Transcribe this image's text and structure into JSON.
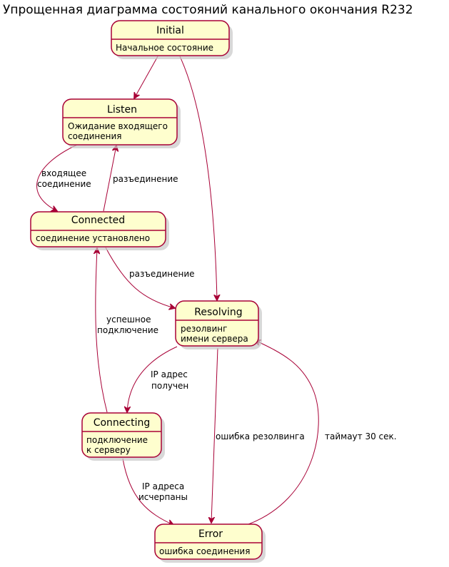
{
  "title": "Упрощенная диаграмма состояний канального окончания R232",
  "colors": {
    "state_fill": "#FEFECE",
    "state_border": "#A80036",
    "edge": "#A80036"
  },
  "states": {
    "initial": {
      "name": "Initial",
      "desc": [
        "Начальное состояние"
      ]
    },
    "listen": {
      "name": "Listen",
      "desc": [
        "Ожидание входящего",
        "соединения"
      ]
    },
    "connected": {
      "name": "Connected",
      "desc": [
        "соединение установлено"
      ]
    },
    "resolving": {
      "name": "Resolving",
      "desc": [
        "резолвинг",
        "имени сервера"
      ]
    },
    "connecting": {
      "name": "Connecting",
      "desc": [
        "подключение",
        "к серверу"
      ]
    },
    "error": {
      "name": "Error",
      "desc": [
        "ошибка соединения"
      ]
    }
  },
  "transitions": [
    {
      "from": "Initial",
      "to": "Listen",
      "label": []
    },
    {
      "from": "Initial",
      "to": "Resolving",
      "label": []
    },
    {
      "from": "Listen",
      "to": "Connected",
      "label": [
        "входящее",
        "соединение"
      ]
    },
    {
      "from": "Connected",
      "to": "Listen",
      "label": [
        "разъединение"
      ]
    },
    {
      "from": "Connected",
      "to": "Resolving",
      "label": [
        "разъединение"
      ]
    },
    {
      "from": "Connecting",
      "to": "Connected",
      "label": [
        "успешное",
        "подключение"
      ]
    },
    {
      "from": "Resolving",
      "to": "Connecting",
      "label": [
        "IP адрес",
        "получен"
      ]
    },
    {
      "from": "Resolving",
      "to": "Error",
      "label": [
        "ошибка резолвинга"
      ]
    },
    {
      "from": "Error",
      "to": "Resolving",
      "label": [
        "таймаут 30 сек."
      ]
    },
    {
      "from": "Connecting",
      "to": "Error",
      "label": [
        "IP адреса",
        "исчерпаны"
      ]
    }
  ]
}
